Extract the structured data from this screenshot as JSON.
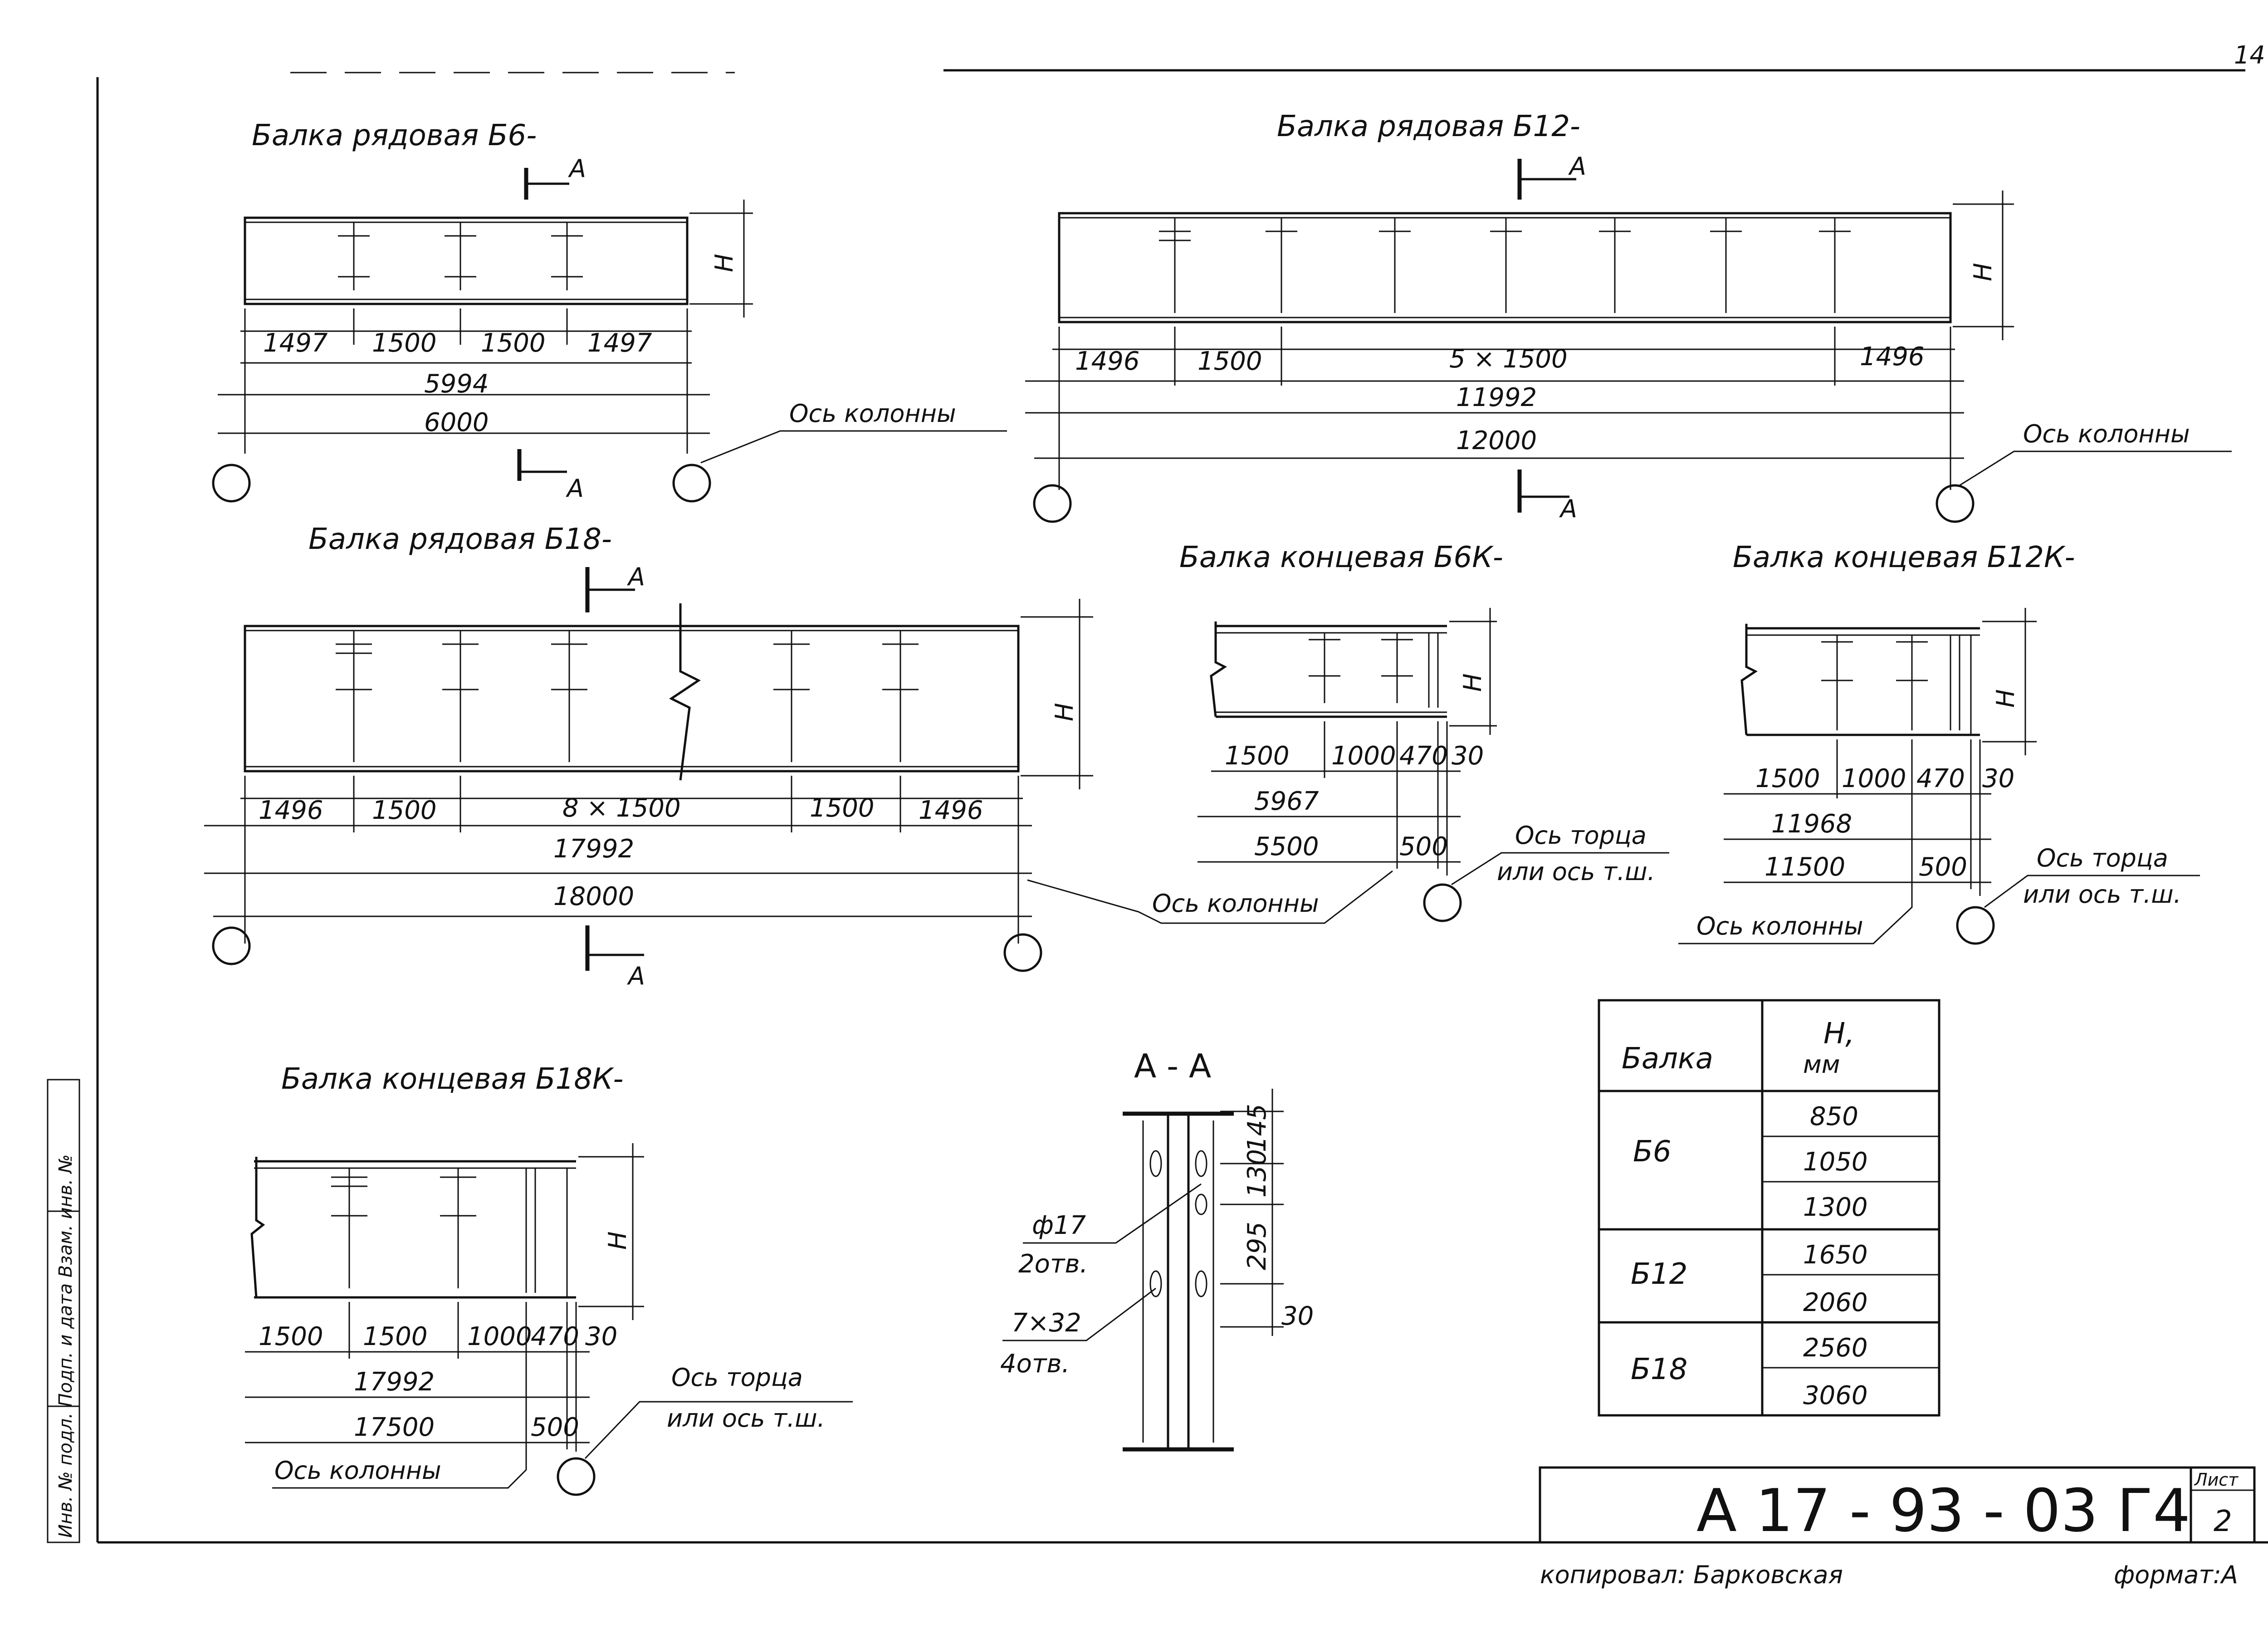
{
  "sheet": {
    "doc_code": "А 17 - 93 - 03 Г4",
    "sheet_label": "Лист",
    "sheet_no": "2",
    "copied_by": "копировал: Барковская",
    "format": "формат:А",
    "corner_mark": "14",
    "side_stamp": "Инв. № подл.   Подп. и дата   Взам. инв. №"
  },
  "beam_b6": {
    "title": "Балка рядовая Б6-",
    "section_mark": "А",
    "h_label": "Н",
    "dims": [
      "1497",
      "1500",
      "1500",
      "1497"
    ],
    "total_inner": "5994",
    "total": "6000",
    "axis_label": "Ось колонны"
  },
  "beam_b12": {
    "title": "Балка рядовая Б12-",
    "section_mark": "А",
    "h_label": "Н",
    "dims": [
      "1496",
      "1500",
      "5 × 1500",
      "1496"
    ],
    "total_inner": "11992",
    "total": "12000",
    "axis_label": "Ось колонны"
  },
  "beam_b18": {
    "title": "Балка рядовая Б18-",
    "section_mark": "А",
    "h_label": "Н",
    "dims": [
      "1496",
      "1500",
      "8 × 1500",
      "1500",
      "1496"
    ],
    "total_inner": "17992",
    "total": "18000",
    "axis_label": "Ось колонны"
  },
  "beam_b6k": {
    "title": "Балка концевая Б6К-",
    "h_label": "Н",
    "dims": [
      "1500",
      "1000",
      "470",
      "30"
    ],
    "total_inner": "5967",
    "total": "5500",
    "end_dim": "500",
    "axis_end": "Ось торца",
    "axis_end2": "или ось т.ш."
  },
  "beam_b12k": {
    "title": "Балка концевая Б12К-",
    "h_label": "Н",
    "dims": [
      "1500",
      "1000",
      "470",
      "30"
    ],
    "total_inner": "11968",
    "total": "11500",
    "end_dim": "500",
    "axis_end": "Ось торца",
    "axis_end2": "или ось т.ш.",
    "axis_label": "Ось колонны"
  },
  "beam_b18k": {
    "title": "Балка концевая Б18К-",
    "h_label": "Н",
    "dims": [
      "1500",
      "1500",
      "1000",
      "470",
      "30"
    ],
    "total_inner": "17992",
    "total": "17500",
    "end_dim": "500",
    "axis_end": "Ось торца",
    "axis_end2": "или ось т.ш.",
    "axis_label": "Ось колонны"
  },
  "section_aa": {
    "title": "А - А",
    "dims": [
      "145",
      "130",
      "295",
      "30"
    ],
    "hole1": "ф17",
    "hole1_count": "2отв.",
    "hole2": "7×32",
    "hole2_count": "4отв."
  },
  "height_table": {
    "col_beam": "Балка",
    "col_h": "Н,",
    "col_unit": "мм",
    "groups": [
      {
        "beam": "Б6",
        "values": [
          "850",
          "1050",
          "1300"
        ]
      },
      {
        "beam": "Б12",
        "values": [
          "1650",
          "2060"
        ]
      },
      {
        "beam": "Б18",
        "values": [
          "2560",
          "3060"
        ]
      }
    ]
  }
}
